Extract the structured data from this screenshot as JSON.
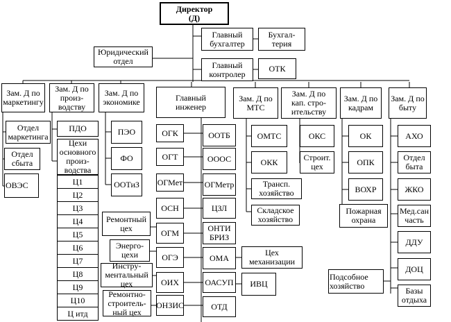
{
  "title": "Организационная структура предприятия",
  "nodes": [
    {
      "id": "director",
      "label": "Директор\n(Д)"
    },
    {
      "id": "chief-accountant",
      "label": "Главный\nбухгалтер"
    },
    {
      "id": "accounting",
      "label": "Бухгал-\nтерия"
    },
    {
      "id": "legal",
      "label": "Юридический\nотдел"
    },
    {
      "id": "chief-controller",
      "label": "Главный\nконтролер"
    },
    {
      "id": "otk",
      "label": "ОТК"
    },
    {
      "id": "dep-marketing",
      "label": "Зам. Д по\nмаркетингу"
    },
    {
      "id": "dep-production",
      "label": "Зам. Д по\nпроиз-\nводству"
    },
    {
      "id": "dep-economics",
      "label": "Зам. Д по\nэкономике"
    },
    {
      "id": "chief-engineer",
      "label": "Главный\nинженер"
    },
    {
      "id": "dep-mts",
      "label": "Зам. Д по\nМТС"
    },
    {
      "id": "dep-capital",
      "label": "Зам. Д по\nкап. стро-\nительству"
    },
    {
      "id": "dep-hr",
      "label": "Зам. Д по\nкадрам"
    },
    {
      "id": "dep-services",
      "label": "Зам. Д по\nбыту"
    },
    {
      "id": "marketing-dept",
      "label": "Отдел\nмаркетинга"
    },
    {
      "id": "sales-dept",
      "label": "Отдел\nсбыта"
    },
    {
      "id": "oves",
      "label": "ОВЭС"
    },
    {
      "id": "pdo",
      "label": "ПДО"
    },
    {
      "id": "main-shops",
      "label": "Цехи\nосновного\nпроиз-\nводства"
    },
    {
      "id": "c1",
      "label": "Ц1"
    },
    {
      "id": "c2",
      "label": "Ц2"
    },
    {
      "id": "c3",
      "label": "Ц3"
    },
    {
      "id": "c4",
      "label": "Ц4"
    },
    {
      "id": "c5",
      "label": "Ц5"
    },
    {
      "id": "c6",
      "label": "Ц6"
    },
    {
      "id": "c7",
      "label": "Ц7"
    },
    {
      "id": "c8",
      "label": "Ц8"
    },
    {
      "id": "c9",
      "label": "Ц9"
    },
    {
      "id": "c10",
      "label": "Ц10"
    },
    {
      "id": "c-etc",
      "label": "Ц итд"
    },
    {
      "id": "peo",
      "label": "ПЭО"
    },
    {
      "id": "fo",
      "label": "ФО"
    },
    {
      "id": "ootiz",
      "label": "ООТиЗ"
    },
    {
      "id": "ogk",
      "label": "ОГК"
    },
    {
      "id": "ogt",
      "label": "ОГТ"
    },
    {
      "id": "ogmet",
      "label": "ОГМет"
    },
    {
      "id": "osn",
      "label": "ОСН"
    },
    {
      "id": "ogm",
      "label": "ОГМ"
    },
    {
      "id": "oge",
      "label": "ОГЭ"
    },
    {
      "id": "oih",
      "label": "ОИХ"
    },
    {
      "id": "onzis",
      "label": "ОНЗИС"
    },
    {
      "id": "ootb",
      "label": "ООТБ"
    },
    {
      "id": "ooos",
      "label": "ОООС"
    },
    {
      "id": "ogmetr",
      "label": "ОГМетр"
    },
    {
      "id": "czl",
      "label": "ЦЗЛ"
    },
    {
      "id": "onti",
      "label": "ОНТИ\nБРИЗ"
    },
    {
      "id": "oma",
      "label": "ОМА"
    },
    {
      "id": "oasup",
      "label": "ОАСУП"
    },
    {
      "id": "otd",
      "label": "ОТД"
    },
    {
      "id": "repair-shop",
      "label": "Ремонтный\nцех"
    },
    {
      "id": "energy-shops",
      "label": "Энерго-\nцехи"
    },
    {
      "id": "tool-shop",
      "label": "Инстру-\nментальный\nцех"
    },
    {
      "id": "repair-build-shop",
      "label": "Ремонтно-\nстроитель-\nный цех"
    },
    {
      "id": "mech-shop",
      "label": "Цех\nмеханизации"
    },
    {
      "id": "ivc",
      "label": "ИВЦ"
    },
    {
      "id": "omts",
      "label": "ОМТС"
    },
    {
      "id": "okk",
      "label": "ОКК"
    },
    {
      "id": "transport",
      "label": "Трансп.\nхозяйство"
    },
    {
      "id": "warehouse",
      "label": "Складское\nхозяйство"
    },
    {
      "id": "oks",
      "label": "ОКС"
    },
    {
      "id": "build-shop",
      "label": "Строит.\nцех"
    },
    {
      "id": "ok",
      "label": "ОК"
    },
    {
      "id": "opk",
      "label": "ОПК"
    },
    {
      "id": "vohr",
      "label": "ВОХР"
    },
    {
      "id": "fire",
      "label": "Пожарная\nохрана"
    },
    {
      "id": "aho",
      "label": "АХО"
    },
    {
      "id": "services-dept",
      "label": "Отдел\nбыта"
    },
    {
      "id": "zhko",
      "label": "ЖКО"
    },
    {
      "id": "medical",
      "label": "Мед.сан\nчасть"
    },
    {
      "id": "ddu",
      "label": "ДДУ"
    },
    {
      "id": "doc",
      "label": "ДОЦ"
    },
    {
      "id": "recreation",
      "label": "Базы\nотдыха"
    },
    {
      "id": "subsidiary",
      "label": "Подсобное\nхозяйство"
    }
  ]
}
